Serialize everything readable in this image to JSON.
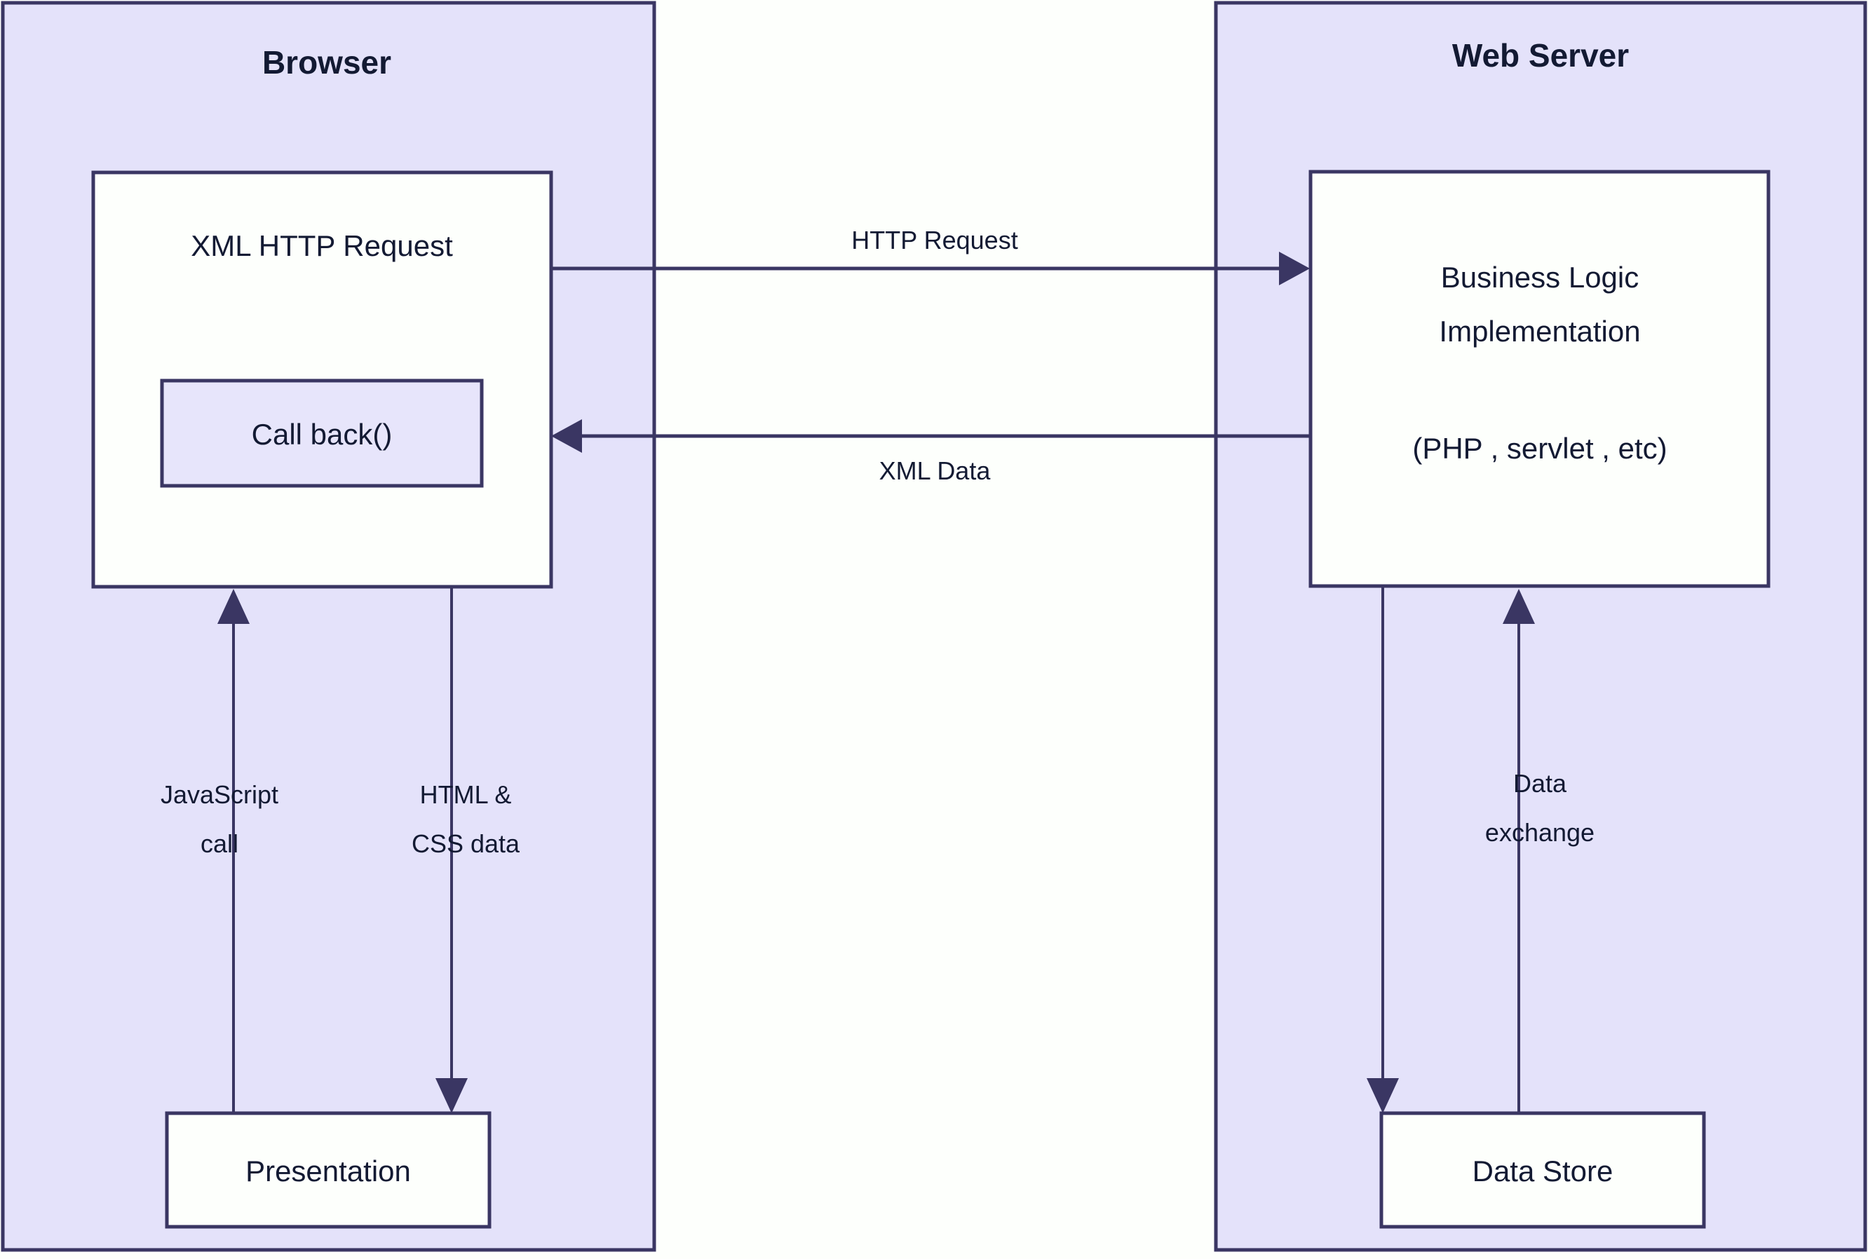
{
  "diagram": {
    "type": "ajax-architecture-flow",
    "colors": {
      "panel_fill": "#e4e2fa",
      "node_fill_white": "#fdfffc",
      "node_fill_lilac": "#e7e5fb",
      "stroke": "#3a3663",
      "text": "#131a33",
      "background": "#fdfffc"
    },
    "panels": [
      {
        "id": "browser",
        "title": "Browser"
      },
      {
        "id": "web-server",
        "title": "Web Server"
      }
    ],
    "nodes": [
      {
        "id": "xml-http-request",
        "label": "XML HTTP Request",
        "panel": "browser"
      },
      {
        "id": "call-back",
        "label": "Call back()",
        "panel": "browser"
      },
      {
        "id": "presentation",
        "label": "Presentation",
        "panel": "browser"
      },
      {
        "id": "business-logic",
        "label_line1": "Business Logic",
        "label_line2": "Implementation",
        "label_line3": "(PHP , servlet , etc)",
        "panel": "web-server"
      },
      {
        "id": "data-store",
        "label": "Data Store",
        "panel": "web-server"
      }
    ],
    "edges": [
      {
        "id": "http-request",
        "label": "HTTP Request",
        "from": "xml-http-request",
        "to": "business-logic",
        "direction": "right"
      },
      {
        "id": "xml-data",
        "label": "XML Data",
        "from": "business-logic",
        "to": "xml-http-request",
        "direction": "left"
      },
      {
        "id": "javascript-call",
        "label_line1": "JavaScript",
        "label_line2": "call",
        "from": "presentation",
        "to": "xml-http-request",
        "direction": "up"
      },
      {
        "id": "html-css-data",
        "label_line1": "HTML &",
        "label_line2": "CSS data",
        "from": "xml-http-request",
        "to": "presentation",
        "direction": "down"
      },
      {
        "id": "data-exchange",
        "label_line1": "Data",
        "label_line2": "exchange",
        "from": "business-logic",
        "to": "data-store",
        "direction": "bidirectional"
      }
    ]
  }
}
